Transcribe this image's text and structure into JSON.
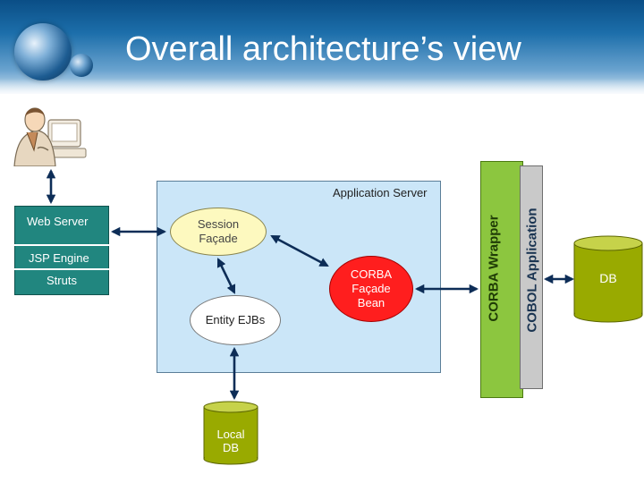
{
  "title": "Overall architecture’s view",
  "application_server": {
    "label": "Application Server"
  },
  "web_server": {
    "label": "Web Server",
    "components": [
      "JSP Engine",
      "Struts"
    ]
  },
  "nodes": {
    "session_facade": [
      "Session",
      "Façade"
    ],
    "entity_ejbs": [
      "Entity EJBs"
    ],
    "corba_facade_bean": [
      "CORBA",
      "Façade",
      "Bean"
    ]
  },
  "corba_wrapper": {
    "label": "CORBA Wrapper"
  },
  "cobol_application": {
    "label": "COBOL Application"
  },
  "databases": {
    "db": "DB",
    "local_db": [
      "Local",
      "DB"
    ]
  },
  "colors": {
    "app_server_fill": "#cbe6f8",
    "web_server_fill": "#21867f",
    "corba_wrapper_fill": "#8cc63f",
    "cobol_fill": "#c9c9c9",
    "corba_bean_fill": "#ff1e1e",
    "session_fill": "#fdf9bf",
    "db_fill": "#99aa00"
  }
}
